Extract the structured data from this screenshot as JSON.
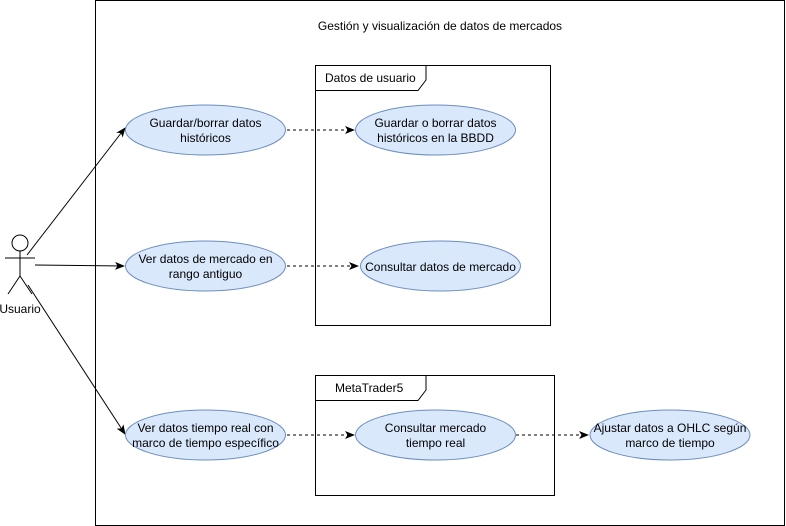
{
  "diagram": {
    "system_title": "Gestión y visualización de datos de mercados",
    "actor": {
      "label": "Usuario"
    },
    "packages": {
      "user_data": {
        "label": "Datos de usuario"
      },
      "metatrader": {
        "label": "MetaTrader5"
      }
    },
    "use_cases": {
      "save_delete_historical": {
        "line1": "Guardar/borrar datos",
        "line2": "históricos"
      },
      "view_market_old_range": {
        "line1": "Ver datos de mercado en",
        "line2": "rango antiguo"
      },
      "view_realtime_timeframe": {
        "line1": "Ver datos tiempo real con",
        "line2": "marco de tiempo específico"
      },
      "save_delete_db": {
        "line1": "Guardar o borrar datos",
        "line2": "históricos en la BBDD"
      },
      "query_market_data": {
        "line1": "Consultar datos de mercado"
      },
      "query_market_realtime": {
        "line1": "Consultar mercado",
        "line2": "tiempo real"
      },
      "adjust_ohlc": {
        "line1": "Ajustar datos a OHLC según",
        "line2": "marco de tiempo"
      }
    },
    "colors": {
      "use_case_fill": "#dae8fc",
      "use_case_stroke": "#6c8ebf",
      "line": "#000000"
    }
  }
}
